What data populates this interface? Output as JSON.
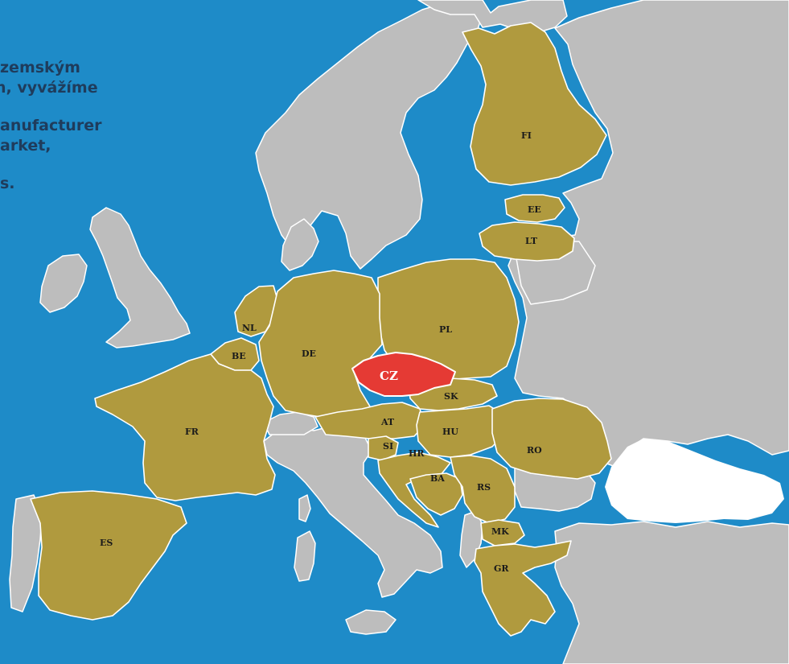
{
  "colors": {
    "sea": "#1e8bc8",
    "land_other": "#bdbdbd",
    "land_export": "#b09a3e",
    "home_country": "#e53a34",
    "black_sea": "#ffffff",
    "border": "#ffffff",
    "text": "#1f3c5c"
  },
  "intro_text": {
    "cz_line1": "zemským",
    "cz_line2": "n,  vyvážíme",
    "en_line1": "anufacturer",
    "en_line2": "arket,",
    "en_line3": "s."
  },
  "countries": {
    "finland": "FI",
    "estonia": "EE",
    "lithuania": "LT",
    "poland": "PL",
    "netherlands": "NL",
    "belgium": "BE",
    "germany": "DE",
    "czechia": "CZ",
    "slovakia": "SK",
    "austria": "AT",
    "hungary": "HU",
    "france": "FR",
    "romania": "RO",
    "slovenia": "SI",
    "croatia": "HR",
    "bosnia": "BA",
    "serbia": "RS",
    "macedonia": "MK",
    "spain": "ES",
    "greece": "GR"
  }
}
